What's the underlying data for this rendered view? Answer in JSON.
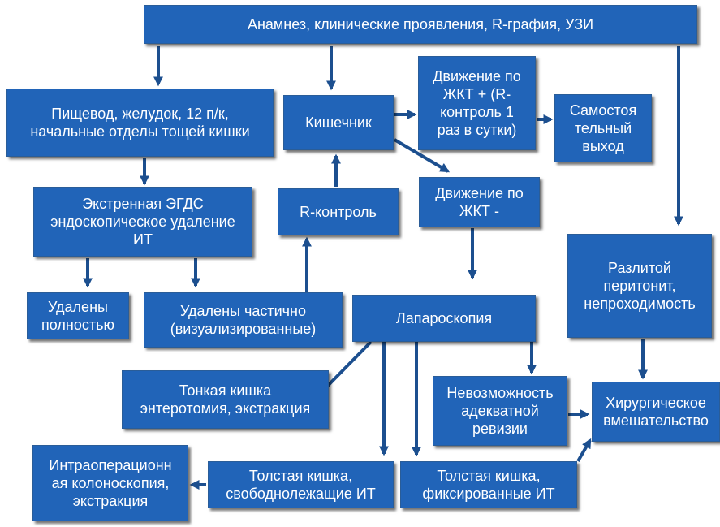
{
  "diagram": {
    "anamnesis": "Анамнез, клинические проявления, R-графия, УЗИ",
    "upper_gi": "Пищевод, желудок, 12 п/к,\nначальные отделы тощей кишки",
    "intestine": "Кишечник",
    "movement_plus": "Движение по\nЖКТ + (R-\nконтроль 1\nраз в сутки)",
    "self_exit": "Самостоя\nтельный\nвыход",
    "egds": "Экстренная ЭГДС\nэндоскопическое удаление\nИТ",
    "r_control": "R-контроль",
    "movement_minus": "Движение по\nЖКТ -",
    "peritonitis": "Разлитой\nперитонит,\nнепроходимость",
    "removed_full": "Удалены\nполностью",
    "removed_partial": "Удалены частично\n(визуализированные)",
    "laparoscopy": "Лапароскопия",
    "small_intestine": "Тонкая кишка\nэнтеротомия, экстракция",
    "no_revision": "Невозможность\nадекватной\nревизии",
    "surgery": "Хирургическое\nвмешательство",
    "colonoscopy": "Интраоперационн\nая колоноскопия,\nэкстракция",
    "colon_free": "Толстая кишка,\nсвободнолежащие ИТ",
    "colon_fixed": "Толстая кишка,\nфиксированные ИТ"
  },
  "colors": {
    "box_fill": "#2164b8",
    "box_text": "#ffffff",
    "arrow": "#1c4f8f"
  }
}
